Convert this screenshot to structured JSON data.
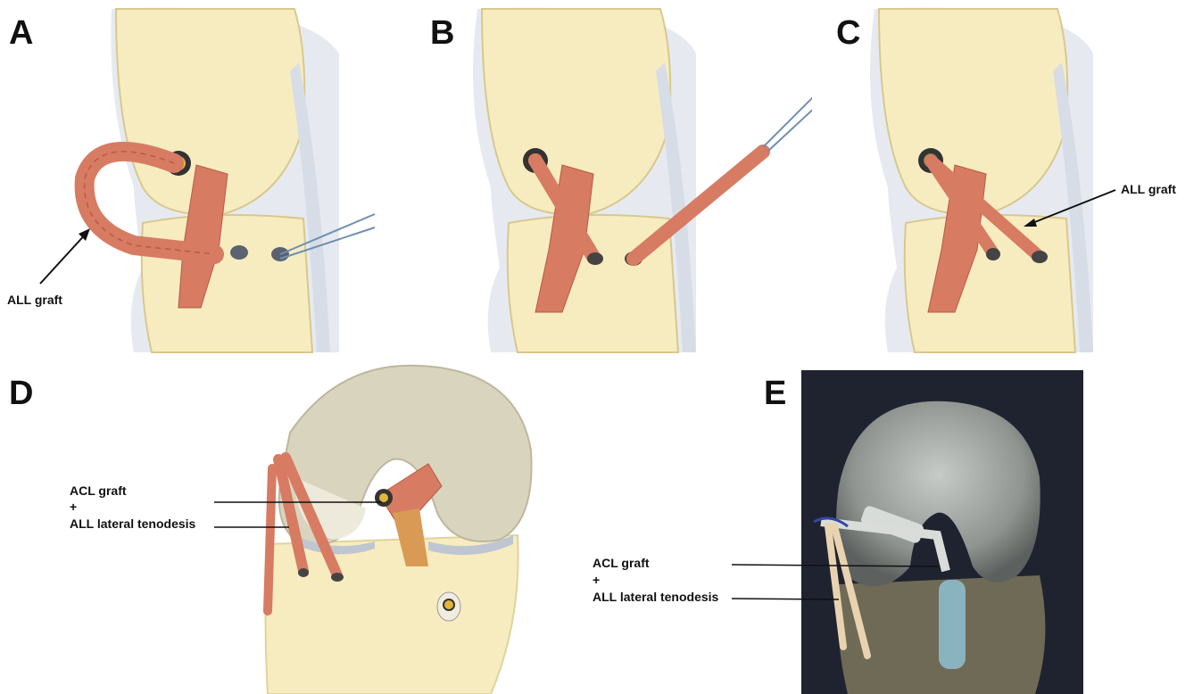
{
  "figure": {
    "colors": {
      "bone": "#f6ecbf",
      "bone_shade": "#e9dba0",
      "cartilage": "#e6eaf0",
      "graft": "#d77b63",
      "graft_stripe": "#b95a45",
      "dark_bg": "#1f2330",
      "femur_gray": "#9ea2a0"
    },
    "panels": [
      {
        "letter": "A",
        "labels": [
          "ALL graft"
        ]
      },
      {
        "letter": "B",
        "labels": []
      },
      {
        "letter": "C",
        "labels": [
          "ALL graft"
        ]
      },
      {
        "letter": "D",
        "labels": [
          "ACL graft",
          "+",
          "ALL  lateral tenodesis"
        ]
      },
      {
        "letter": "E",
        "labels": [
          "ACL graft",
          "+",
          "ALL  lateral tenodesis"
        ]
      }
    ]
  }
}
